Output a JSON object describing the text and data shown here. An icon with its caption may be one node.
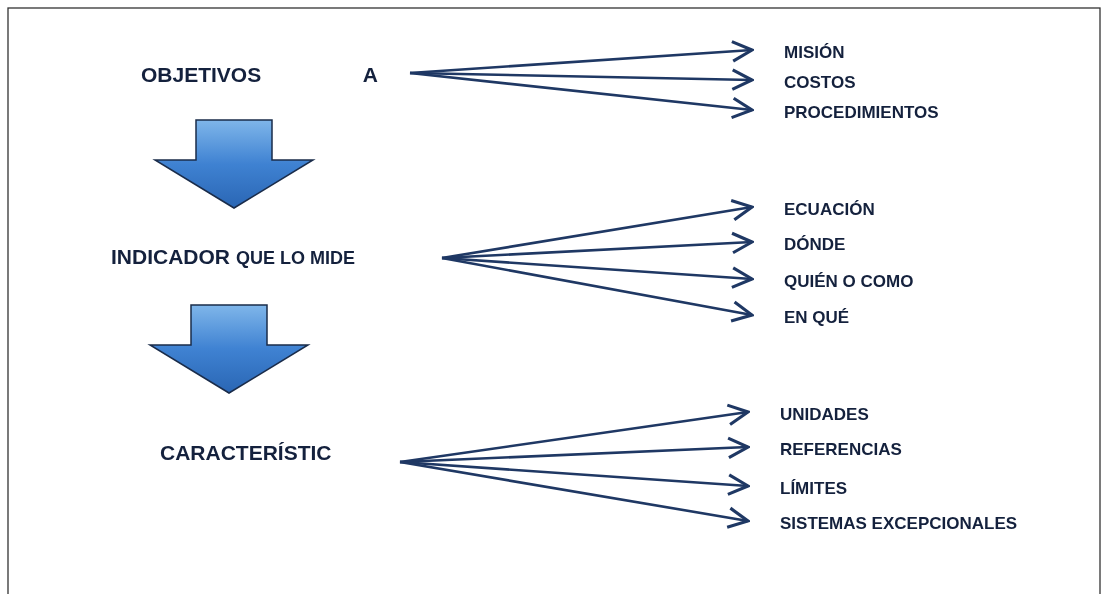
{
  "diagram": {
    "nodes": [
      {
        "text": [
          "OBJETIVOS",
          "A"
        ]
      },
      {
        "text": [
          "MISIÓN"
        ]
      },
      {
        "text": [
          "COSTOS"
        ]
      },
      {
        "text": [
          "PROCEDIMIENTOS"
        ]
      },
      {
        "text": [
          "INDICADOR",
          "QUE LO MIDE"
        ]
      },
      {
        "text": [
          "ECUACIÓN"
        ]
      },
      {
        "text": [
          "DÓNDE"
        ]
      },
      {
        "text": [
          "QUIÉN O COMO"
        ]
      },
      {
        "text": [
          "EN QUÉ"
        ]
      },
      {
        "text": [
          "CARACTERÍSTIC"
        ]
      },
      {
        "text": [
          "UNIDADES"
        ]
      },
      {
        "text": [
          "REFERENCIAS"
        ]
      },
      {
        "text": [
          "LÍMITES"
        ]
      },
      {
        "text": [
          "SISTEMAS EXCEPCIONALES"
        ]
      }
    ],
    "edges": [
      {
        "from": 0,
        "to": 1,
        "arrow": "to"
      },
      {
        "from": 0,
        "to": 2,
        "arrow": "to"
      },
      {
        "from": 0,
        "to": 3,
        "arrow": "to"
      },
      {
        "from": 0,
        "to": 4,
        "arrow": "to",
        "style": "thick"
      },
      {
        "from": 4,
        "to": 5,
        "arrow": "to"
      },
      {
        "from": 4,
        "to": 6,
        "arrow": "to"
      },
      {
        "from": 4,
        "to": 7,
        "arrow": "to"
      },
      {
        "from": 4,
        "to": 8,
        "arrow": "to"
      },
      {
        "from": 4,
        "to": 9,
        "arrow": "to",
        "style": "thick"
      },
      {
        "from": 9,
        "to": 10,
        "arrow": "to"
      },
      {
        "from": 9,
        "to": 11,
        "arrow": "to"
      },
      {
        "from": 9,
        "to": 12,
        "arrow": "to"
      },
      {
        "from": 9,
        "to": 13,
        "arrow": "to"
      }
    ]
  }
}
